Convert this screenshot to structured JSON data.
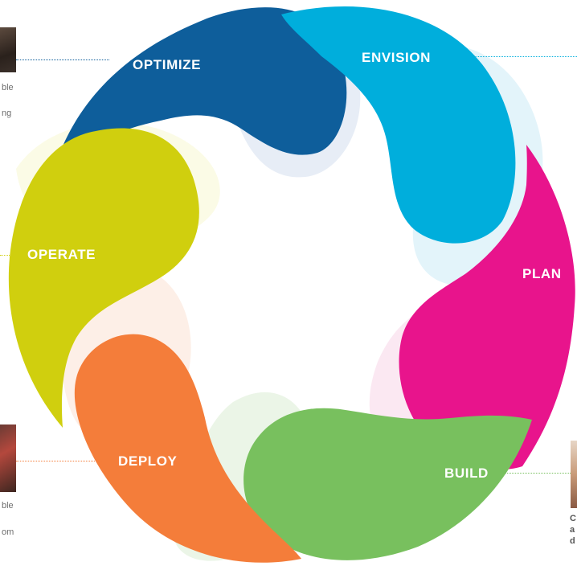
{
  "cycle": {
    "stages": [
      {
        "label": "OPTIMIZE",
        "color": "#0e5e9b"
      },
      {
        "label": "ENVISION",
        "color": "#00aedc"
      },
      {
        "label": "PLAN",
        "color": "#e8148c"
      },
      {
        "label": "BUILD",
        "color": "#78c05e"
      },
      {
        "label": "DEPLOY",
        "color": "#f47d3a"
      },
      {
        "label": "OPERATE",
        "color": "#d0cf0e"
      }
    ]
  },
  "edge_fragments": {
    "top_left_line1": "ble",
    "top_left_line2": "ng",
    "bottom_left_line1": "ble",
    "bottom_left_line2": "om",
    "bottom_right_line1": "C",
    "bottom_right_line2": "a",
    "bottom_right_line3": "d"
  }
}
